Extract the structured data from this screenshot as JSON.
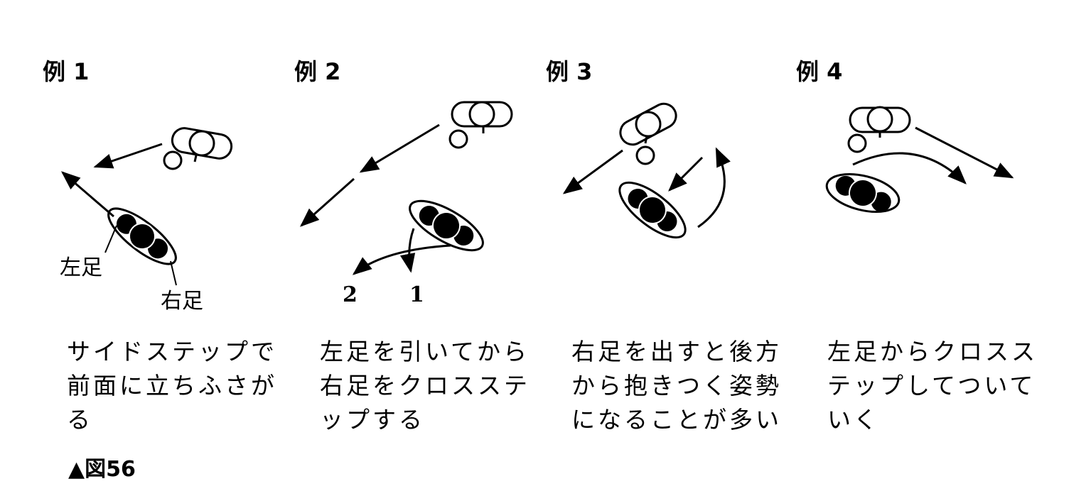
{
  "examples": [
    {
      "label": "例 1",
      "caption": [
        "サイドステップで",
        "前面に立ちふさが",
        "る"
      ]
    },
    {
      "label": "例 2",
      "caption": [
        "左足を引いてから",
        "右足をクロスステ",
        "ップする"
      ]
    },
    {
      "label": "例 3",
      "caption": [
        "右足を出すと後方",
        "から抱きつく姿勢",
        "になることが多い"
      ]
    },
    {
      "label": "例 4",
      "caption": [
        "左足からクロスス",
        "テップしてついて",
        "いく"
      ]
    }
  ],
  "foot_labels": {
    "left": "左足",
    "right": "右足"
  },
  "step_labels": {
    "one": "1",
    "two": "2"
  },
  "figure_number": "▲図56"
}
